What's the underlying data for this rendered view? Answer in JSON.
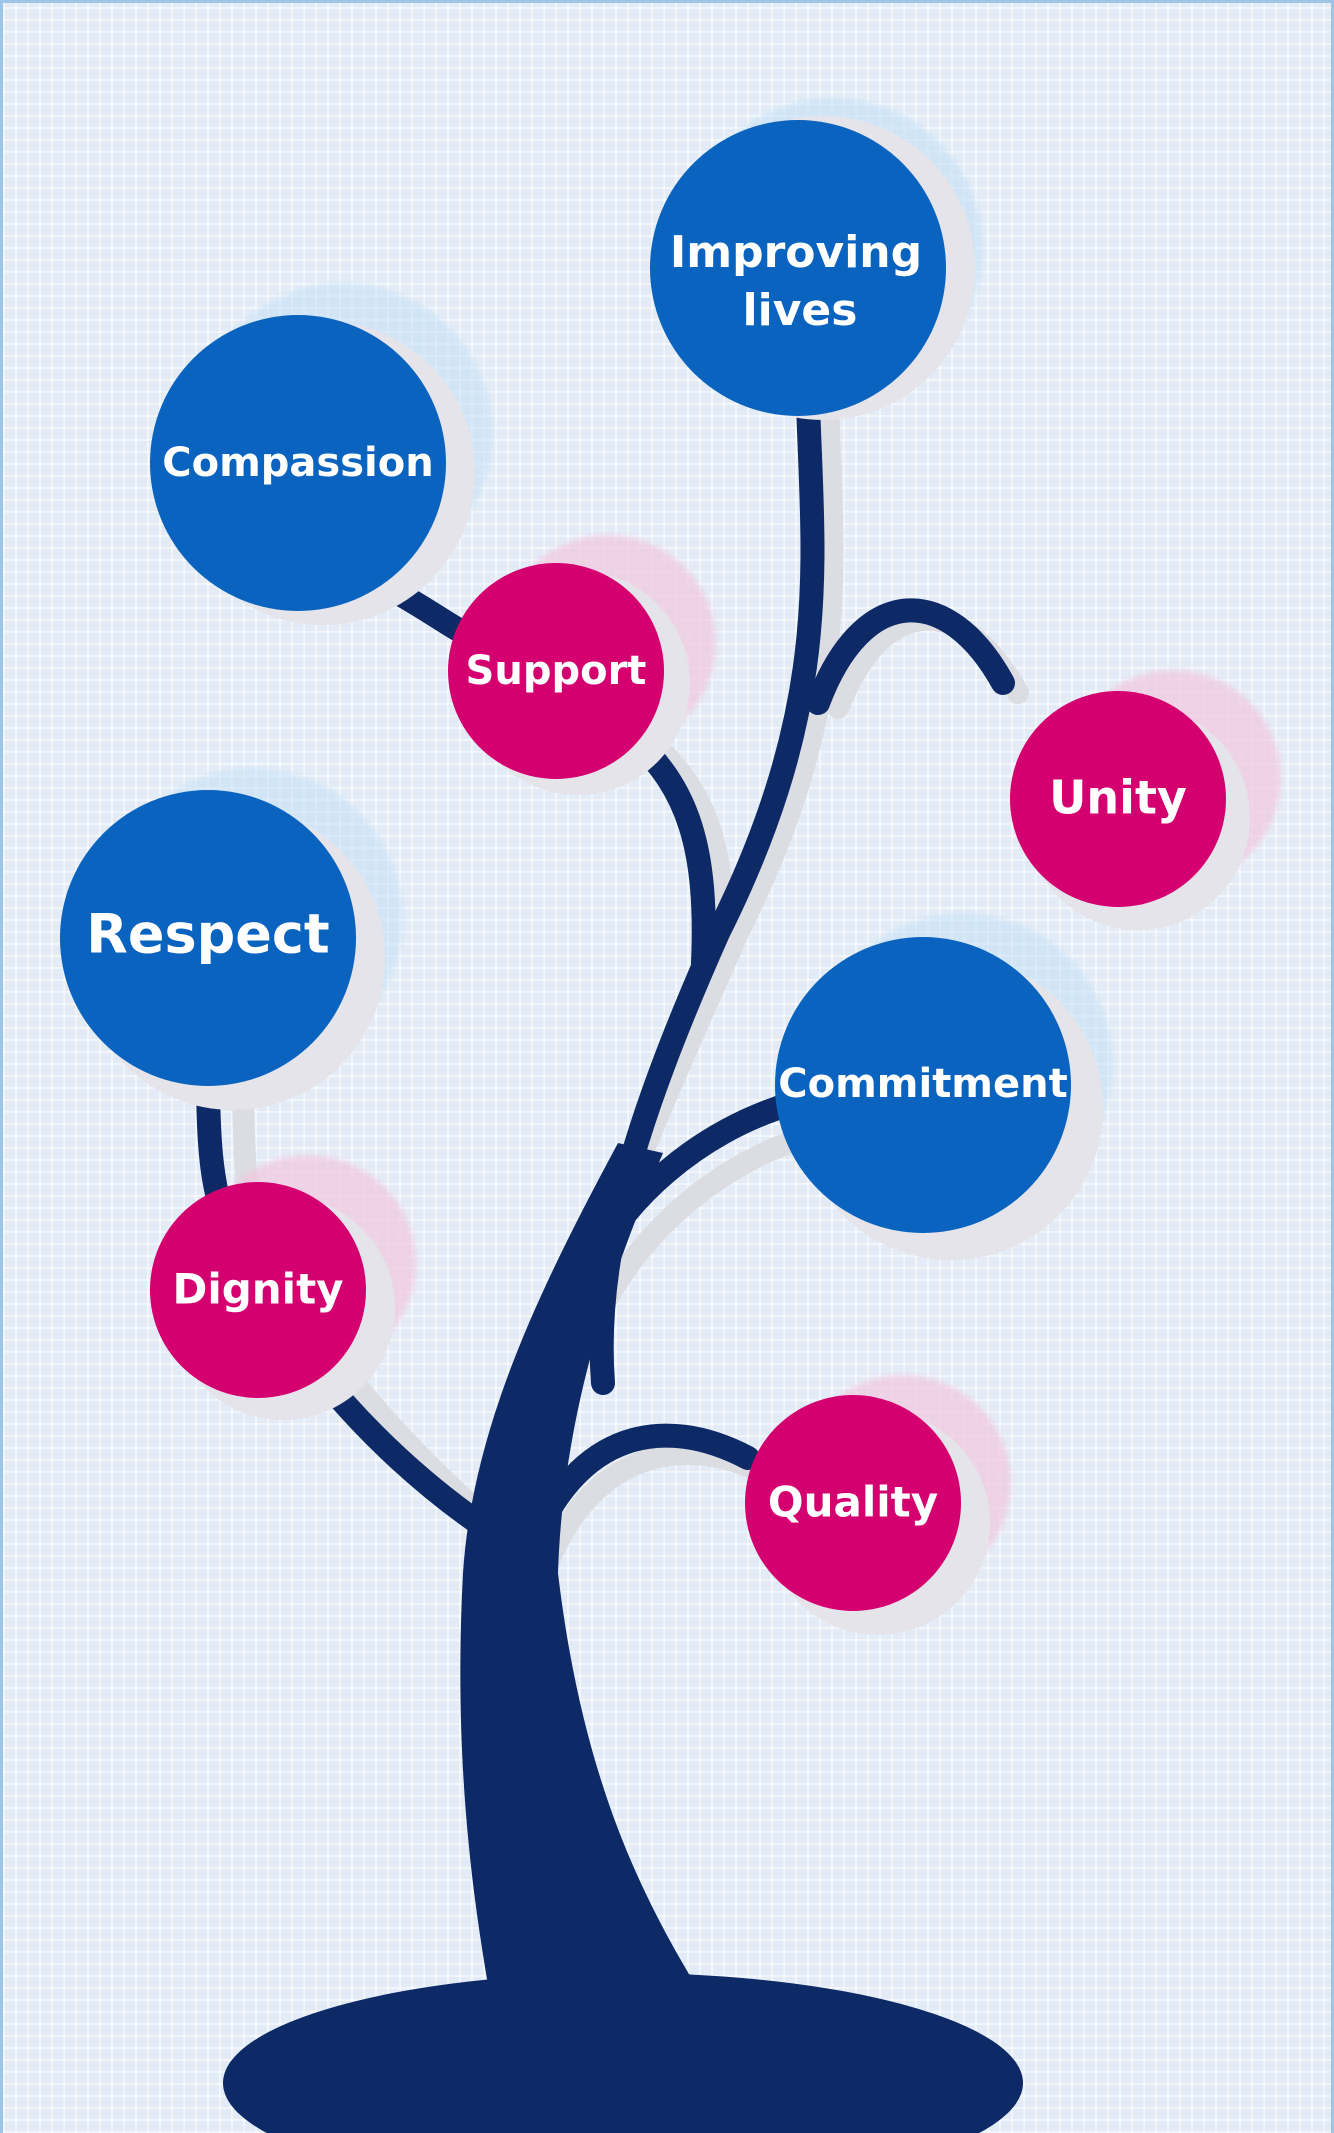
{
  "colors": {
    "trunk": "#0d2a66",
    "blue_node": "#0a63be",
    "pink_node": "#d5006f",
    "shadow": "#e4e4ea",
    "glow_blue": "#c5e0f7",
    "glow_pink": "#f2c6df"
  },
  "nodes": {
    "improving": {
      "line1": "Improving",
      "line2": "lives",
      "color": "blue"
    },
    "compassion": {
      "label": "Compassion",
      "color": "blue"
    },
    "support": {
      "label": "Support",
      "color": "pink"
    },
    "unity": {
      "label": "Unity",
      "color": "pink"
    },
    "respect": {
      "label": "Respect",
      "color": "blue"
    },
    "commitment": {
      "label": "Commitment",
      "color": "blue"
    },
    "dignity": {
      "label": "Dignity",
      "color": "pink"
    },
    "quality": {
      "label": "Quality",
      "color": "pink"
    }
  }
}
